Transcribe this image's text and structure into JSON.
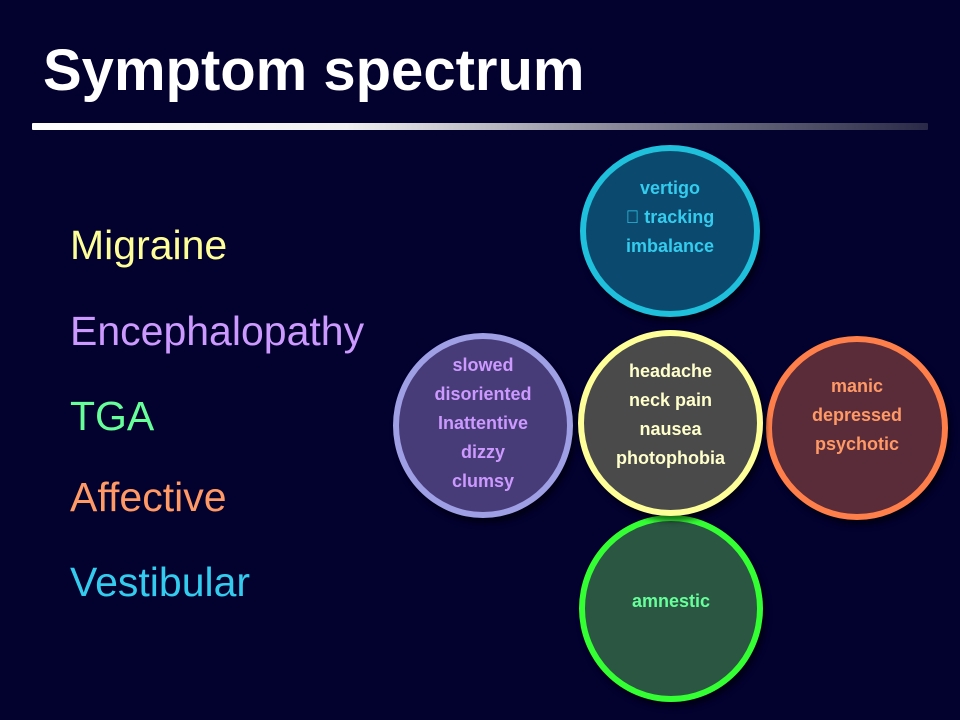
{
  "slide": {
    "title": "Symptom spectrum"
  },
  "categories": [
    {
      "label": "Migraine",
      "color": "#ffff99"
    },
    {
      "label": "Encephalopathy",
      "color": "#cc99ff"
    },
    {
      "label": "TGA",
      "color": "#66ff99"
    },
    {
      "label": "Affective",
      "color": "#ff9966"
    },
    {
      "label": "Vestibular",
      "color": "#33ccee"
    }
  ],
  "circles": {
    "top": {
      "lines": [
        "vertigo",
        " tracking",
        "imbalance"
      ],
      "border": "#1fc0dc",
      "fill": "#0b4a6e",
      "text_color": "#33ccee"
    },
    "center": {
      "lines": [
        "headache",
        "neck pain",
        "nausea",
        "photophobia"
      ],
      "border": "#ffff99",
      "fill": "#4a4a4a",
      "text_color": "#ffffcc"
    },
    "left": {
      "lines": [
        "slowed",
        "disoriented",
        "Inattentive",
        "dizzy",
        "clumsy"
      ],
      "border": "#9f9fe6",
      "fill": "#473b78",
      "text_color": "#cc99ff"
    },
    "right": {
      "lines": [
        "manic",
        "depressed",
        "psychotic"
      ],
      "border": "#ff7f4a",
      "fill": "#5a2b38",
      "text_color": "#ff9966"
    },
    "bottom": {
      "lines": [
        "amnestic"
      ],
      "border": "#33ff33",
      "fill": "#2a5642",
      "text_color": "#66ff99"
    }
  }
}
